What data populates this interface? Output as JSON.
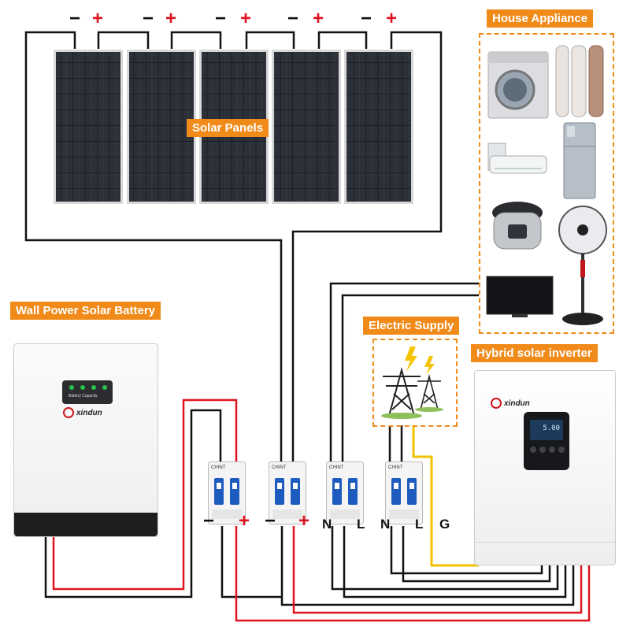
{
  "labels": {
    "house_appliance": "House Appliance",
    "solar_panels": "Solar Panels",
    "wall_battery": "Wall Power Solar Battery",
    "electric_supply": "Electric Supply",
    "hybrid_inverter": "Hybrid solar inverter"
  },
  "panel_terminals": [
    {
      "neg": "−",
      "pos": "+"
    },
    {
      "neg": "−",
      "pos": "+"
    },
    {
      "neg": "−",
      "pos": "+"
    },
    {
      "neg": "−",
      "pos": "+"
    },
    {
      "neg": "−",
      "pos": "+"
    }
  ],
  "breaker_terminals": {
    "battery_neg": "−",
    "battery_pos": "+",
    "pv_neg": "−",
    "pv_pos": "+",
    "grid_n": "N",
    "grid_l": "L",
    "load_n": "N",
    "load_l": "L",
    "ground": "G"
  },
  "battery": {
    "brand": "xindun",
    "battery_capacity": "Battery Capacity"
  },
  "inverter": {
    "brand": "xindun",
    "display_value": "5.00"
  },
  "breakers": [
    {
      "brand": "CHINT"
    },
    {
      "brand": "CHINT"
    },
    {
      "brand": "CHINT"
    },
    {
      "brand": "CHINT"
    }
  ],
  "colors": {
    "accent": "#f08a19",
    "positive_wire": "#e0141e",
    "negative_wire": "#111111",
    "ground_wire": "#f2c200",
    "breaker_switch": "#1d5bbf"
  },
  "icons": {
    "appliances": [
      "washing-machine-icon",
      "air-conditioner-tower-icon",
      "split-air-conditioner-icon",
      "refrigerator-icon",
      "rice-cooker-icon",
      "electric-fan-icon",
      "television-icon"
    ],
    "supply": "power-tower-icon",
    "lightning": "lightning-icon"
  }
}
